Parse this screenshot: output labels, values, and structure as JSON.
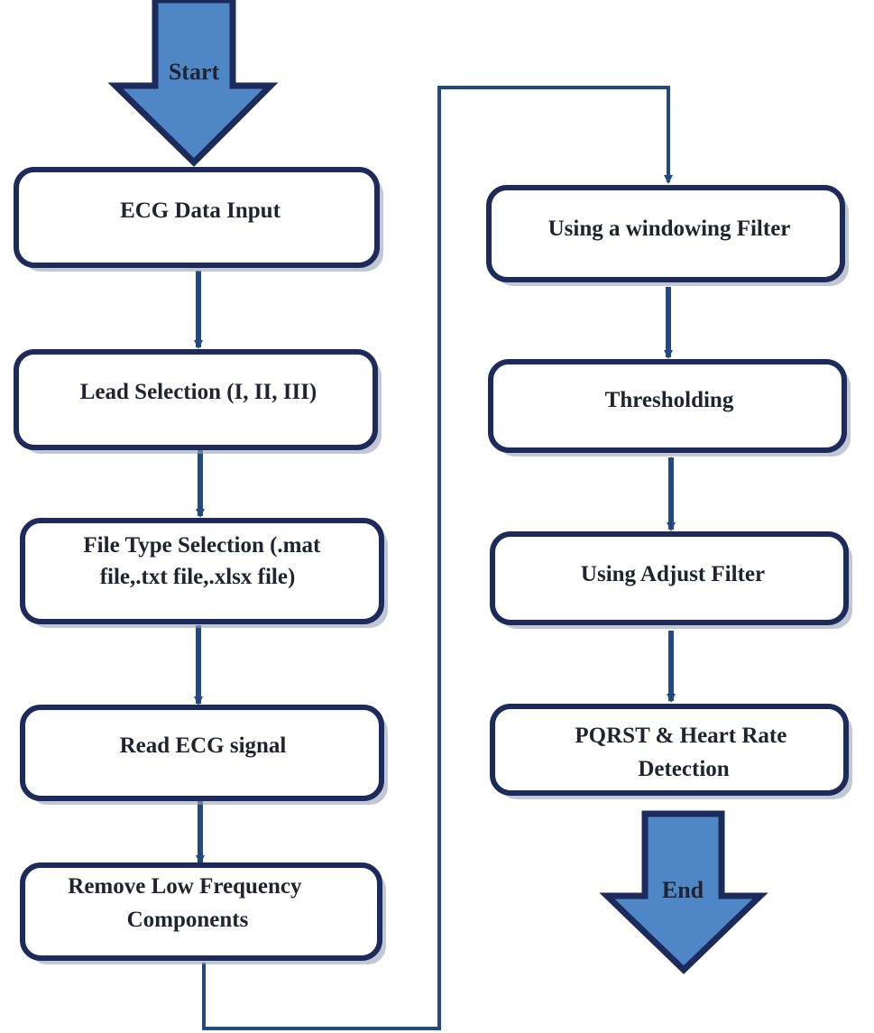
{
  "terminals": {
    "start": "Start",
    "end": "End"
  },
  "steps": [
    {
      "lines": [
        "ECG Data Input"
      ]
    },
    {
      "lines": [
        "Lead Selection (I, II, III)"
      ]
    },
    {
      "lines": [
        "File Type Selection (.mat",
        "file,.txt file,.xlsx file)"
      ]
    },
    {
      "lines": [
        "Read ECG signal"
      ]
    },
    {
      "lines": [
        "Remove Low Frequency",
        "Components"
      ]
    },
    {
      "lines": [
        "Using a windowing Filter"
      ]
    },
    {
      "lines": [
        "Thresholding"
      ]
    },
    {
      "lines": [
        "Using Adjust Filter"
      ]
    },
    {
      "lines": [
        "PQRST & Heart Rate",
        "Detection"
      ]
    }
  ],
  "colors": {
    "box_border": "#1c2a5c",
    "box_fill": "#ffffff",
    "shadow": "#9aa3b5",
    "connector": "#234a80",
    "terminal_fill": "#4f86c6",
    "terminal_border": "#1c2a5c"
  }
}
